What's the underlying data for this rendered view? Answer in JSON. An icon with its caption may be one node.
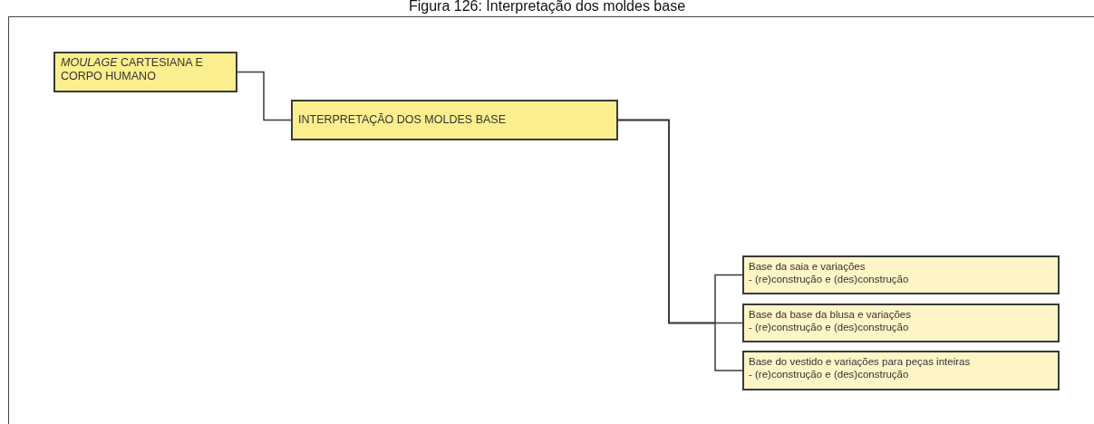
{
  "diagram": {
    "title": "Figura 126: Interpretação dos moldes base",
    "nodes": [
      {
        "text": [
          "*MOULAGE* CARTESIANA E CORPO HUMANO"
        ]
      },
      {
        "text": [
          "INTERPRETAÇÃO DOS MOLDES BASE"
        ]
      },
      {
        "text": [
          "Base da saia e variações",
          "- (re)construção e (des)construção"
        ]
      },
      {
        "text": [
          "Base da base da blusa e variações",
          "- (re)construção e (des)construção"
        ]
      },
      {
        "text": [
          "Base do vestido e variações para peças inteiras",
          "- (re)construção e (des)construção"
        ]
      }
    ],
    "edges": [
      {
        "from": 0,
        "to": 1,
        "arrow": "none"
      },
      {
        "from": 1,
        "to": 2,
        "arrow": "none"
      },
      {
        "from": 1,
        "to": 3,
        "arrow": "none"
      },
      {
        "from": 1,
        "to": 4,
        "arrow": "none"
      }
    ]
  }
}
